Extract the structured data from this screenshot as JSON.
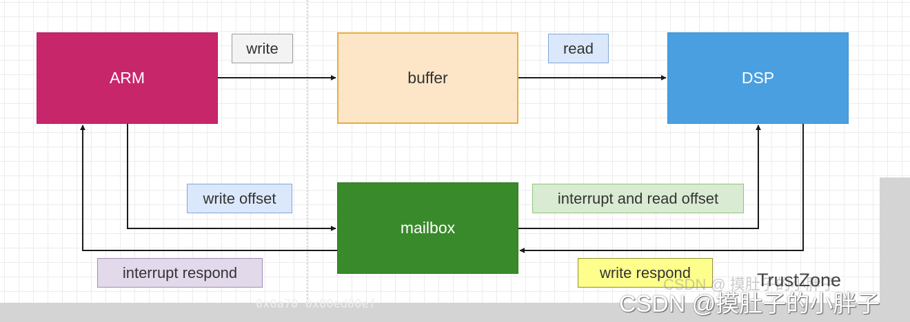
{
  "nodes": {
    "arm": "ARM",
    "buffer": "buffer",
    "dsp": "DSP",
    "mailbox": "mailbox"
  },
  "edge_labels": {
    "write": "write",
    "read": "read",
    "write_offset": "write offset",
    "interrupt_read_offset": "interrupt and read offset",
    "interrupt_respond": "interrupt respond",
    "write_respond": "write respond"
  },
  "watermarks": {
    "faint": "CSDN @ 摸肚子的小胖子",
    "trustzone": "TrustZone",
    "main": "CSDN @摸肚子的小胖子",
    "hex": "0x0a70 0x00ed00ef"
  },
  "colors": {
    "arm": "#c8266b",
    "buffer_fill": "#fde6c8",
    "buffer_border": "#e6ad3a",
    "dsp": "#4a9fe0",
    "mailbox": "#398a2a",
    "wire": "#1a1a1a"
  }
}
